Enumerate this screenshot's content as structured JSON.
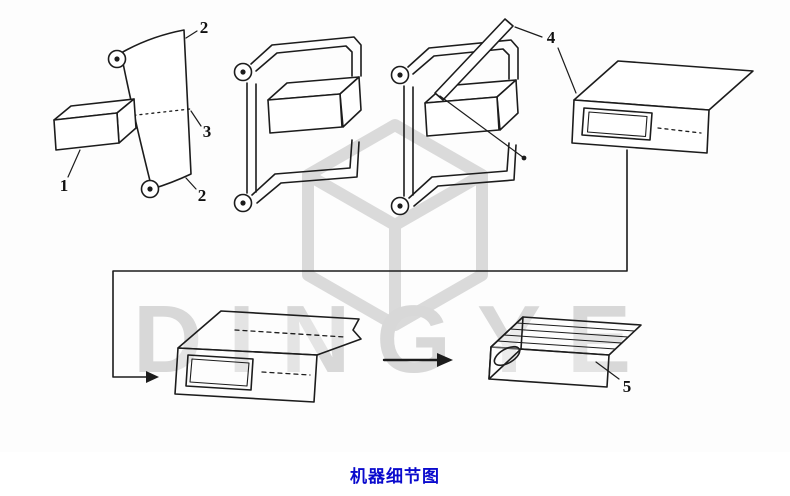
{
  "diagram": {
    "title": "机器细节图",
    "watermark_text": "DINGYE",
    "labels": {
      "one": "1",
      "twoTop": "2",
      "three": "3",
      "twoBottom": "2",
      "four": "4",
      "five": "5"
    },
    "colors": {
      "line": "#1c1c1c",
      "watermark": "#d8d8d8",
      "caption": "#0a0acd",
      "background": "#ffffff"
    }
  }
}
